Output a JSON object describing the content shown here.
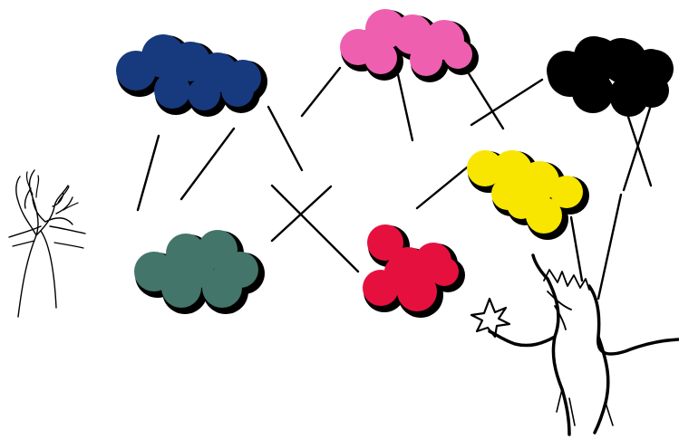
{
  "clouds": [
    {
      "id": "navy",
      "color": "#173a7e"
    },
    {
      "id": "pink",
      "color": "#ee5fb0"
    },
    {
      "id": "black",
      "color": "#000000"
    },
    {
      "id": "yellow",
      "color": "#f8e600"
    },
    {
      "id": "green",
      "color": "#43756a"
    },
    {
      "id": "red",
      "color": "#e6103f"
    }
  ],
  "figures": {
    "left_sketch": "flame-figure-sketch",
    "right_sketch": "running-figure-sketch"
  }
}
